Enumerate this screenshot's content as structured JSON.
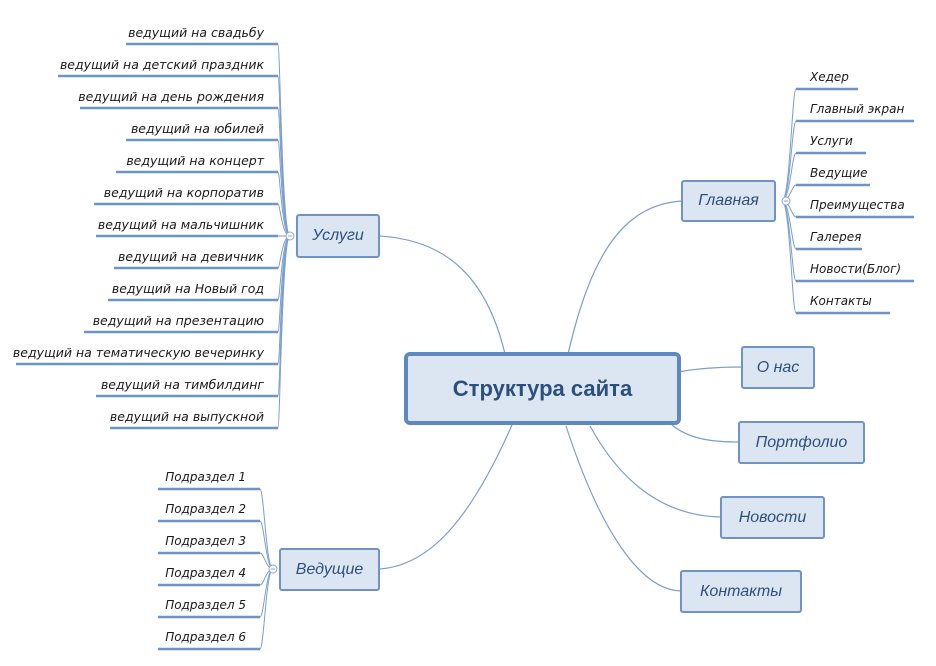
{
  "central": "Структура сайта",
  "topics": {
    "uslugi": "Услуги",
    "vedushchie": "Ведущие",
    "glavnaya": "Главная",
    "o_nas": "О нас",
    "portfolio": "Портфолио",
    "novosti": "Новости",
    "kontakty": "Контакты"
  },
  "uslugi_items": [
    "ведущий на свадьбу",
    "ведущий на детский праздник",
    "ведущий на день рождения",
    "ведущий на юбилей",
    "ведущий на концерт",
    "ведущий на корпоратив",
    "ведущий на мальчишник",
    "ведущий на девичник",
    "ведущий на Новый год",
    "ведущий на презентацию",
    "ведущий на тематическую вечеринку",
    "ведущий на тимбилдинг",
    "ведущий на выпускной"
  ],
  "vedushchie_items": [
    "Подраздел 1",
    "Подраздел 2",
    "Подраздел 3",
    "Подраздел 4",
    "Подраздел 5",
    "Подраздел 6"
  ],
  "glavnaya_items": [
    "Хедер",
    "Главный экран",
    "Услуги",
    "Ведущие",
    "Преимущества",
    "Галерея",
    "Новости(Блог)",
    "Контакты"
  ],
  "colors": {
    "line": "#7b9fcc",
    "box_fill": "#dce6f2",
    "box_border": "#6f93c4",
    "text": "#2d4f7c"
  }
}
